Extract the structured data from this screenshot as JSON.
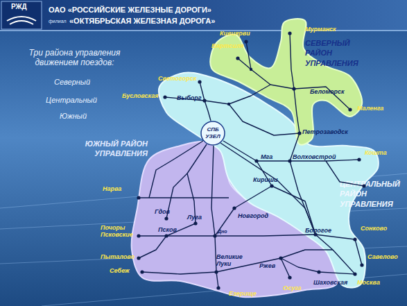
{
  "diagram": {
    "title": "Три района управления движением поездов:",
    "nodes": [
      {
        "text": [
          "СЕВЕРНЫЙ РАЙОН УПРАВЛЕНИЯ"
        ]
      },
      {
        "text": [
          "ЦЕНТРАЛЬНЫЙ РАЙОН УПРАВЛЕНИЯ"
        ]
      },
      {
        "text": [
          "ЮЖНЫЙ РАЙОН УПРАВЛЕНИЯ"
        ]
      },
      {
        "text": [
          "СПБ УЗЕЛ"
        ],
        "in": 1
      }
    ],
    "labels": [
      "РЖД",
      "ОАО «РОССИЙСКИЕ ЖЕЛЕЗНЫЕ ДОРОГИ»",
      "филиал",
      "«ОКТЯБРЬСКАЯ ЖЕЛЕЗНАЯ ДОРОГА»",
      "Северный",
      "Центральный",
      "Южный",
      "Мурманск",
      "Кивиярви",
      "Вяртсиля",
      "Беломорск",
      "Маленга",
      "Светогорск",
      "Бусловская",
      "Выборг",
      "Петрозаводск",
      "Кошта",
      "Мга",
      "Волховстрой",
      "Кириши",
      "Нарва",
      "Гдов",
      "Луга",
      "Новгород",
      "Почоры Псковские",
      "Псков",
      "Дно",
      "Бологое",
      "Сонково",
      "Савелово",
      "Пыталово",
      "Себеж",
      "Великие Луки",
      "Ржев",
      "Осуга",
      "Шаховская",
      "Москва",
      "Езерище"
    ]
  }
}
